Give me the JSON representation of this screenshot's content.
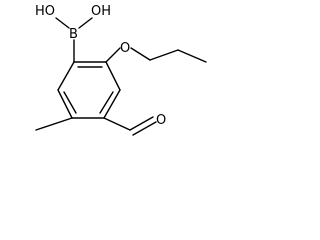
{
  "molecule": {
    "atom_labels": {
      "boron": "B",
      "hydroxyl_left": "HO",
      "hydroxyl_right": "OH",
      "ether_oxygen": "O",
      "carbonyl_oxygen": "O"
    }
  }
}
